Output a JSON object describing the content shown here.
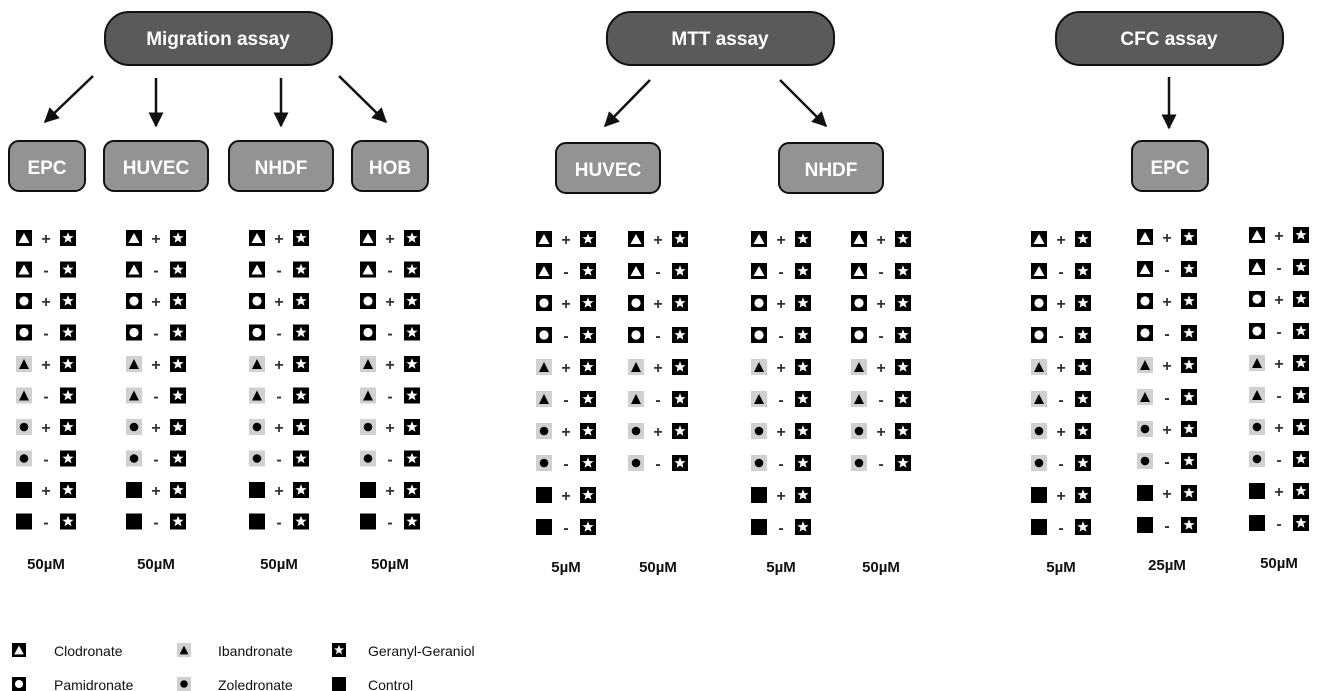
{
  "assays": [
    {
      "label": "Migration assay",
      "cells": [
        {
          "label": "EPC",
          "columns": [
            {
              "conc": "50µM",
              "rows": 10
            }
          ]
        },
        {
          "label": "HUVEC",
          "columns": [
            {
              "conc": "50µM",
              "rows": 10
            }
          ]
        },
        {
          "label": "NHDF",
          "columns": [
            {
              "conc": "50µM",
              "rows": 10
            }
          ]
        },
        {
          "label": "HOB",
          "columns": [
            {
              "conc": "50µM",
              "rows": 10
            }
          ]
        }
      ]
    },
    {
      "label": "MTT assay",
      "cells": [
        {
          "label": "HUVEC",
          "columns": [
            {
              "conc": "5µM",
              "rows": 10
            },
            {
              "conc": "50µM",
              "rows": 8
            }
          ]
        },
        {
          "label": "NHDF",
          "columns": [
            {
              "conc": "5µM",
              "rows": 10
            },
            {
              "conc": "50µM",
              "rows": 8
            }
          ]
        }
      ]
    },
    {
      "label": "CFC assay",
      "cells": [
        {
          "label": "EPC",
          "columns": [
            {
              "conc": "5µM",
              "rows": 10
            },
            {
              "conc": "25µM",
              "rows": 10
            },
            {
              "conc": "50µM",
              "rows": 10
            }
          ]
        }
      ]
    }
  ],
  "row_pattern": [
    {
      "drug": "clodronate",
      "sign": "+"
    },
    {
      "drug": "clodronate",
      "sign": "-"
    },
    {
      "drug": "pamidronate",
      "sign": "+"
    },
    {
      "drug": "pamidronate",
      "sign": "-"
    },
    {
      "drug": "ibandronate",
      "sign": "+"
    },
    {
      "drug": "ibandronate",
      "sign": "-"
    },
    {
      "drug": "zoledronate",
      "sign": "+"
    },
    {
      "drug": "zoledronate",
      "sign": "-"
    },
    {
      "drug": "control",
      "sign": "+"
    },
    {
      "drug": "control",
      "sign": "-"
    }
  ],
  "legend": [
    {
      "icon": "clodronate",
      "label": "Clodronate"
    },
    {
      "icon": "pamidronate",
      "label": "Pamidronate"
    },
    {
      "icon": "ibandronate",
      "label": "Ibandronate"
    },
    {
      "icon": "zoledronate",
      "label": "Zoledronate"
    },
    {
      "icon": "geranylgeraniol",
      "label": "Geranyl-Geraniol"
    },
    {
      "icon": "control",
      "label": "Control"
    }
  ],
  "colors": {
    "pill": "#5a5a5a",
    "cell": "#939393",
    "icon_bg_light": "#d0d0d0"
  }
}
